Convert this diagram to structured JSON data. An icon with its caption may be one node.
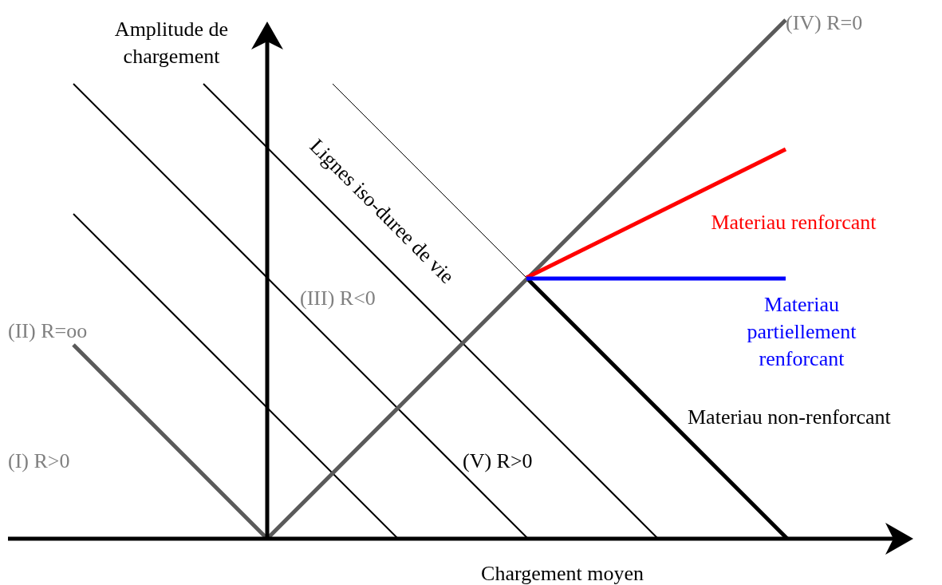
{
  "diagram": {
    "labels": [
      "Amplitude de chargement",
      "(IV) R=0",
      "Lignes iso-duree de vie",
      "Materiau renforcant",
      "(III) R<0",
      "Materiau partiellement renforcant",
      "(II) R=oo",
      "Materiau non-renforcant",
      "(I) R>0",
      "(V) R>0",
      "Chargement moyen"
    ]
  }
}
